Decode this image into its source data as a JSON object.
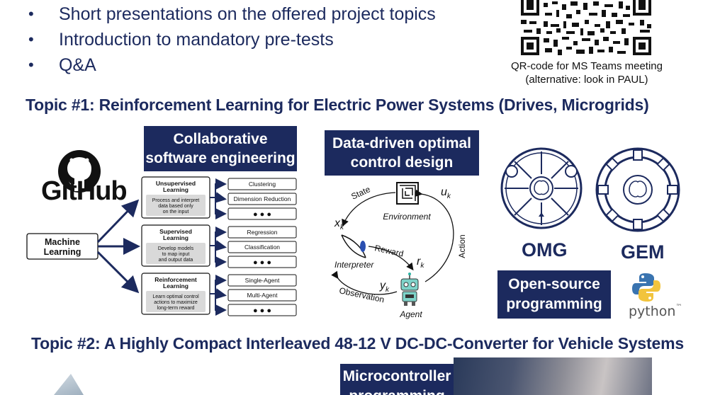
{
  "agenda": {
    "items": [
      "Short presentations on the offered project topics",
      "Introduction to mandatory pre-tests",
      "Q&A"
    ]
  },
  "qr": {
    "caption_line1": "QR-code for MS Teams meeting",
    "caption_line2": "(alternative: look in PAUL)"
  },
  "topic1": {
    "title": "Topic #1: Reinforcement Learning for Electric Power Systems (Drives, Microgrids)",
    "collab_line1": "Collaborative",
    "collab_line2": "software engineering",
    "github_label": "GitHub",
    "ddocd_line1": "Data-driven optimal",
    "ddocd_line2": "control design",
    "ml_diagram": {
      "root": "Machine Learning",
      "branches": [
        {
          "name": "Unsupervised Learning",
          "desc": "Process and interpret data based only on the input",
          "leaves": [
            "Clustering",
            "Dimension Reduction",
            "● ● ●"
          ]
        },
        {
          "name": "Supervised Learning",
          "desc": "Develop models to map input and output data",
          "leaves": [
            "Regression",
            "Classification",
            "● ● ●"
          ]
        },
        {
          "name": "Reinforcement Learning",
          "desc": "Learn optimal control actions to maximize long-term reward",
          "leaves": [
            "Single-Agent",
            "Multi-Agent",
            "● ● ●"
          ]
        }
      ]
    },
    "rl_loop": {
      "state": "State",
      "environment": "Environment",
      "u_k": "u",
      "u_sub": "k",
      "x_k": "x",
      "x_sub": "k",
      "reward": "Reward",
      "r_k": "r",
      "r_sub": "k",
      "action": "Action",
      "interpreter": "Interpreter",
      "y_k": "y",
      "y_sub": "k",
      "observation": "Observation",
      "agent": "Agent"
    },
    "omg_label": "OMG",
    "gem_label": "GEM",
    "oss_line1": "Open-source",
    "oss_line2": "programming",
    "python_label": "python",
    "python_tm": "™"
  },
  "topic2": {
    "title": "Topic #2: A Highly Compact Interleaved 48-12 V DC-DC-Converter  for Vehicle Systems",
    "micro_line1": "Microcontroller",
    "micro_line2": "programming"
  },
  "colors": {
    "navy": "#1c2a5e",
    "text": "#1a1a1a"
  }
}
